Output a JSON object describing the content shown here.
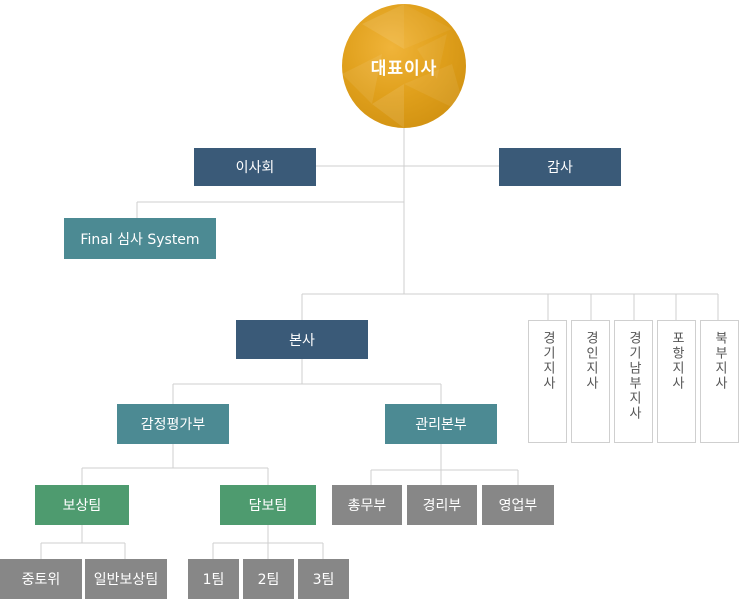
{
  "ceo": "대표이사",
  "board": "이사회",
  "audit": "감사",
  "final_review": "Final 심사 System",
  "headquarters": "본사",
  "branches": [
    "경기지사",
    "경인지사",
    "경기남부지사",
    "포항지사",
    "북부지사"
  ],
  "divisions": {
    "appraisal": {
      "name": "감정평가부",
      "teams": [
        {
          "name": "보상팀",
          "units": [
            "중토위",
            "일반보상팀"
          ]
        },
        {
          "name": "담보팀",
          "units": [
            "1팀",
            "2팀",
            "3팀"
          ]
        }
      ]
    },
    "management": {
      "name": "관리본부",
      "departments": [
        "총무부",
        "경리부",
        "영업부"
      ]
    }
  },
  "colors": {
    "executive": "#3a5a78",
    "division": "#4c8a93",
    "team": "#4e9b6f",
    "unit": "#878787",
    "ceo": "#e0a01c",
    "connector": "#cfcfcf"
  }
}
